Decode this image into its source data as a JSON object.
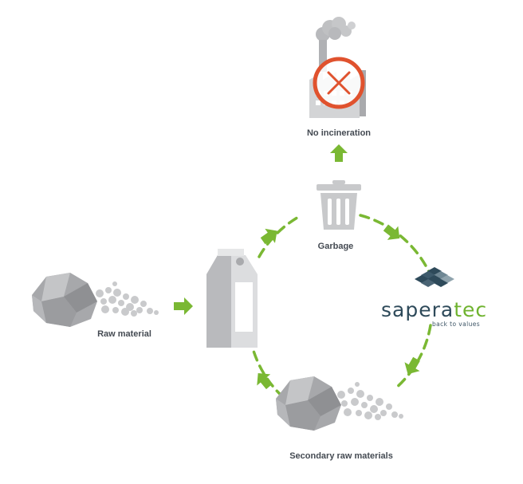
{
  "labels": {
    "no_incineration": "No incineration",
    "garbage": "Garbage",
    "raw_material": "Raw material",
    "secondary_raw_materials": "Secondary raw materials"
  },
  "logo": {
    "prefix": "sapera",
    "suffix": "tec",
    "tagline": "back to values"
  },
  "icons": [
    "factory-icon",
    "x-circle-icon",
    "trash-can-icon",
    "milk-carton-icon",
    "rock-pile-icon",
    "logo-mark-icon",
    "arrow-icon"
  ],
  "colors": {
    "arrow_green": "#7ab833",
    "cross_red": "#e0522e",
    "icon_gray": "#c8c9cb",
    "label_gray": "#444a52",
    "logo_dark": "#2e4a5a",
    "logo_green": "#6fb32f"
  }
}
